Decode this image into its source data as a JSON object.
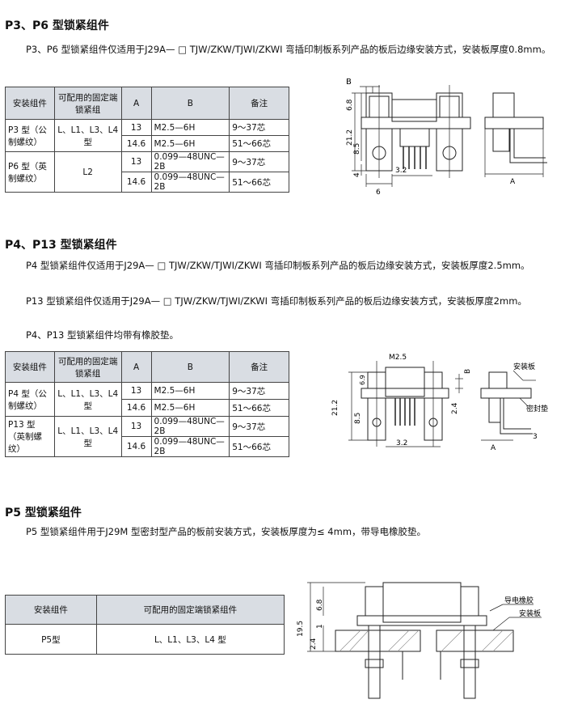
{
  "sec1": {
    "title": "P3、P6 型锁紧组件",
    "para": "P3、P6 型锁紧组件仅适用于J29A— □ TJW/ZKW/TJWI/ZKWI 弯插印制板系列产品的板后边缘安装方式，安装板厚度0.8mm。",
    "headers": [
      "安装组件",
      "可配用的固定端锁紧组",
      "A",
      "B",
      "备注"
    ],
    "rows": [
      {
        "group": "P3 型（公制螺纹）",
        "fixed": "L、L1、L3、L4 型",
        "sub": [
          {
            "a": "13",
            "b": "M2.5—6H",
            "note": "9～37芯"
          },
          {
            "a": "14.6",
            "b": "M2.5—6H",
            "note": "51～66芯"
          }
        ]
      },
      {
        "group": "P6 型（英制螺纹）",
        "fixed": "L2",
        "sub": [
          {
            "a": "13",
            "b": "0.099—48UNC—2B",
            "note": "9～37芯"
          },
          {
            "a": "14.6",
            "b": "0.099—48UNC—2B",
            "note": "51～66芯"
          }
        ]
      }
    ],
    "dims": {
      "b": "B",
      "d68": "6.8",
      "d212": "21.2",
      "d85": "8.5",
      "d4": "4",
      "d32": "3.2",
      "d6": "6",
      "a": "A"
    }
  },
  "sec2": {
    "title": "P4、P13 型锁紧组件",
    "para1": "P4 型锁紧组件仅适用于J29A— □ TJW/ZKW/TJWI/ZKWI 弯插印制板系列产品的板后边缘安装方式，安装板厚度2.5mm。",
    "para2": "P13 型锁紧组件仅适用于J29A— □ TJW/ZKW/TJWI/ZKWI 弯插印制板系列产品的板后边缘安装方式，安装板厚度2mm。",
    "para3": "P4、P13 型锁紧组件均带有橡胶垫。",
    "headers": [
      "安装组件",
      "可配用的固定端锁紧组",
      "A",
      "B",
      "备注"
    ],
    "rows": [
      {
        "group": "P4 型（公制螺纹）",
        "fixed": "L、L1、L3、L4 型",
        "sub": [
          {
            "a": "13",
            "b": "M2.5—6H",
            "note": "9～37芯"
          },
          {
            "a": "14.6",
            "b": "M2.5—6H",
            "note": "51～66芯"
          }
        ]
      },
      {
        "group": "P13 型（英制螺纹）",
        "fixed": "L、L1、L3、L4 型",
        "sub": [
          {
            "a": "13",
            "b": "0.099—48UNC—2B",
            "note": "9～37芯"
          },
          {
            "a": "14.6",
            "b": "0.099—48UNC—2B",
            "note": "51～66芯"
          }
        ]
      }
    ],
    "dims": {
      "m25": "M2.5",
      "b": "B",
      "d69": "6.9",
      "d212": "21.2",
      "d85": "8.5",
      "d24": "2.4",
      "d32": "3.2",
      "d3": "3",
      "a": "A",
      "plate": "安装板",
      "gasket": "密封垫"
    }
  },
  "sec3": {
    "title": "P5 型锁紧组件",
    "para": "P5 型锁紧组件用于J29M 型密封型产品的板前安装方式，安装板厚度为≤ 4mm，带导电橡胶垫。",
    "headers": [
      "安装组件",
      "可配用的固定端锁紧组件"
    ],
    "row": {
      "group": "P5型",
      "fixed": "L、L1、L3、L4 型"
    },
    "dims": {
      "d68": "6.8",
      "d195": "19.5",
      "d1": "1",
      "d24": "2.4",
      "rubber": "导电橡胶",
      "plate": "安装板"
    }
  }
}
